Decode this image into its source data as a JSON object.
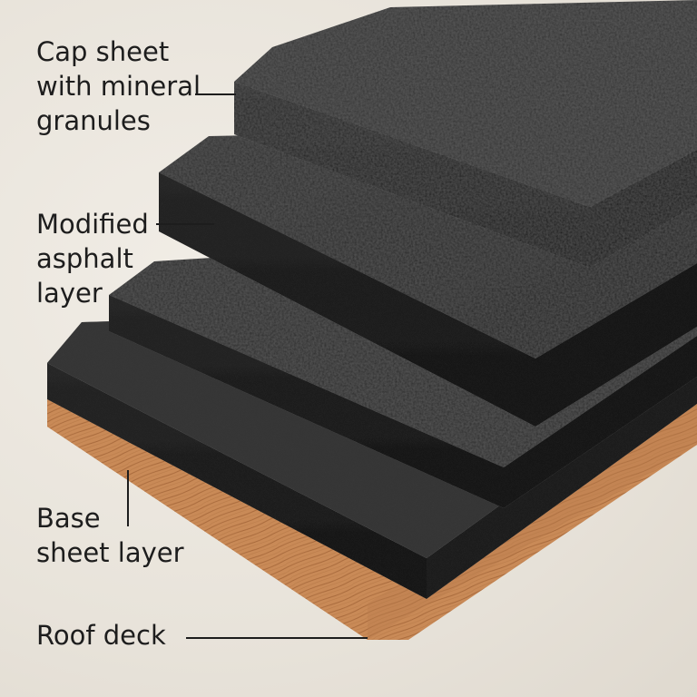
{
  "labels": {
    "cap_sheet": "Cap sheet\nwith mineral\ngranules",
    "modified_asphalt": "Modified\nasphalt\nlayer",
    "base_sheet": "Base\nsheet layer",
    "roof_deck": "Roof deck"
  },
  "colors": {
    "background": "#ebe6de",
    "membrane": "#2a2a2a",
    "wood": "#c98a57",
    "text": "#1d1d1d"
  }
}
